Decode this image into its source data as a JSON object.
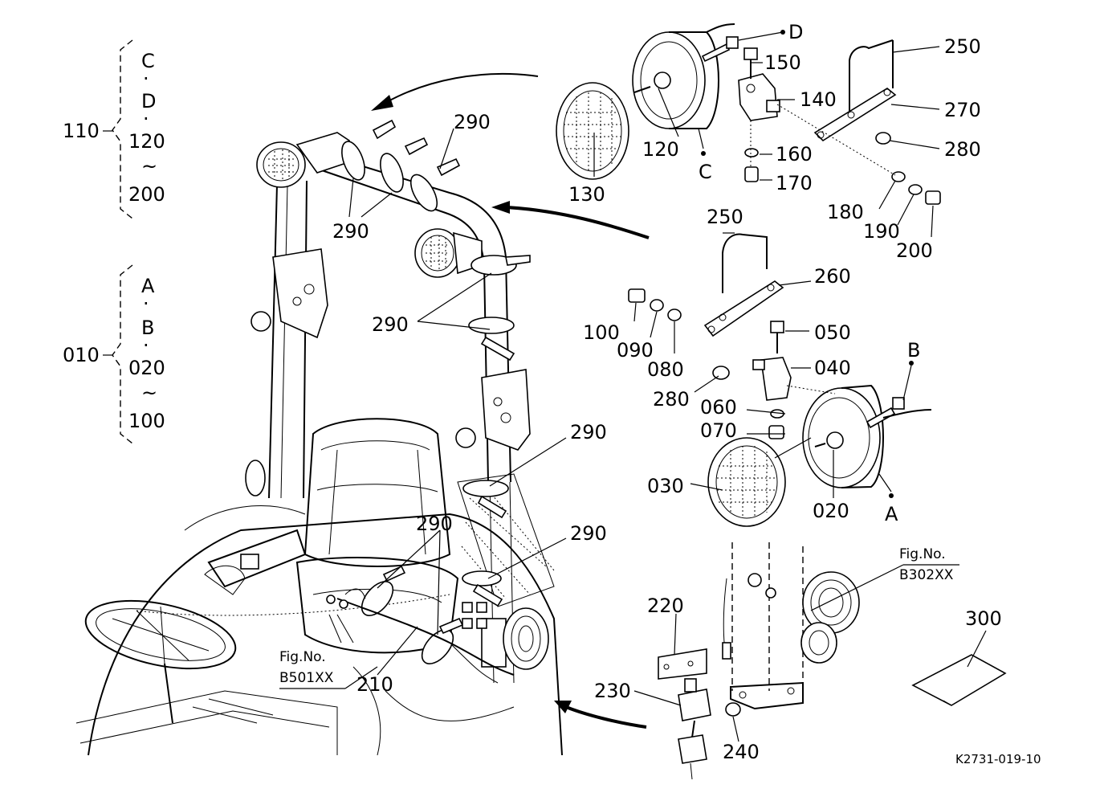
{
  "groups": [
    {
      "index": "110",
      "items": [
        "C",
        "·",
        "D",
        "·",
        "120",
        "~",
        "200"
      ]
    },
    {
      "index": "010",
      "items": [
        "A",
        "·",
        "B",
        "·",
        "020",
        "~",
        "100"
      ]
    }
  ],
  "labels": {
    "p290a": "290",
    "p290b": "290",
    "p290c": "290",
    "p290d": "290",
    "p290e": "290",
    "p290f": "290",
    "p120": "120",
    "p130": "130",
    "pC": "C",
    "pD": "D",
    "p150": "150",
    "p140": "140",
    "p160": "160",
    "p170": "170",
    "p250a": "250",
    "p270": "270",
    "p280a": "280",
    "p180": "180",
    "p190": "190",
    "p200": "200",
    "p250b": "250",
    "p260": "260",
    "p100": "100",
    "p090": "090",
    "p080": "080",
    "p050": "050",
    "p040": "040",
    "pB": "B",
    "p280b": "280",
    "p060": "060",
    "p070": "070",
    "p030": "030",
    "p020": "020",
    "pA": "A",
    "p220": "220",
    "p230": "230",
    "p240": "240",
    "p210": "210",
    "p300": "300"
  },
  "fig_refs": {
    "left_title": "Fig.No.",
    "left_code": "B501XX",
    "right_title": "Fig.No.",
    "right_code": "B302XX"
  },
  "drawing_code": "K2731-019-10"
}
